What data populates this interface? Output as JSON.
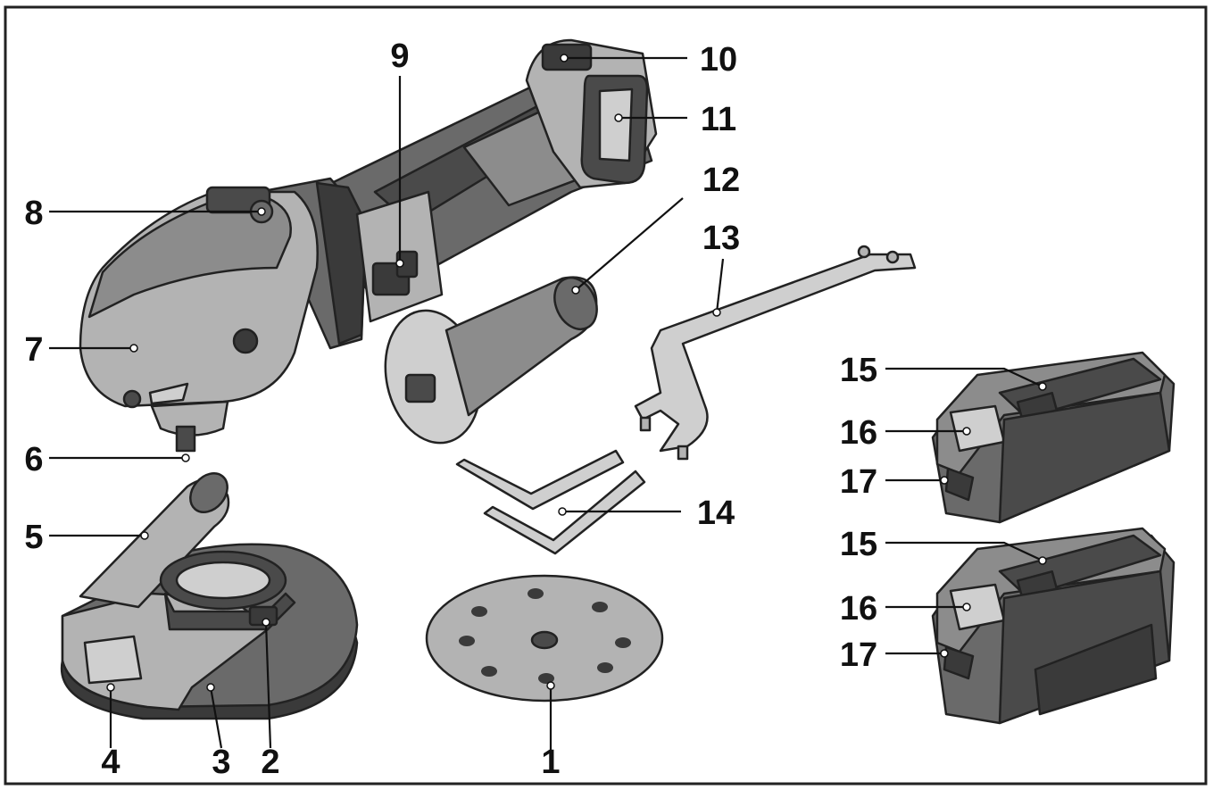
{
  "callouts": {
    "n1": "1",
    "n2": "2",
    "n3": "3",
    "n4": "4",
    "n5": "5",
    "n6": "6",
    "n7": "7",
    "n8": "8",
    "n9": "9",
    "n10": "10",
    "n11": "11",
    "n12": "12",
    "n13": "13",
    "n14": "14",
    "n15a": "15",
    "n16a": "16",
    "n17a": "17",
    "n15b": "15",
    "n16b": "16",
    "n17b": "17"
  }
}
